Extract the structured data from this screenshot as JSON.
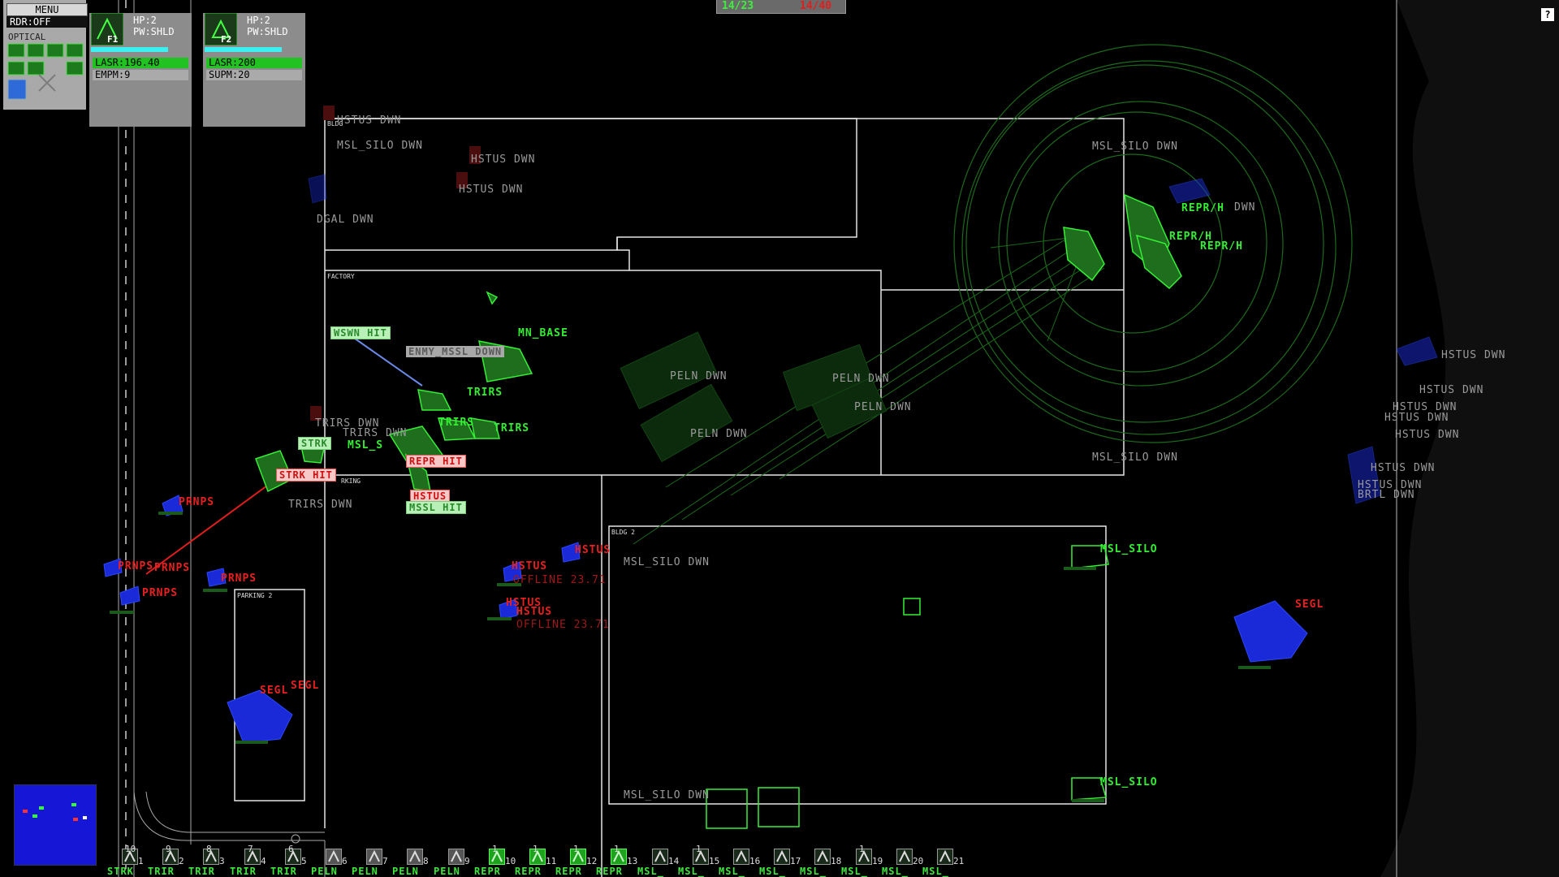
{
  "menu_label": "MENU",
  "radar_label": "RDR:OFF",
  "view_mode": "OPTICAL",
  "help_label": "?",
  "counters": {
    "friendly": "14/23",
    "enemy": "14/40"
  },
  "units": [
    {
      "slot": "F1",
      "hp": "HP:2",
      "pw": "PW:SHLD",
      "weapon1": "LASR:196.40",
      "weapon2": "EMPM:9"
    },
    {
      "slot": "F2",
      "hp": "HP:2",
      "pw": "PW:SHLD",
      "weapon1": "LASR:200",
      "weapon2": "SUPM:20"
    }
  ],
  "buildings": {
    "bldg": "BLDG",
    "factory": "FACTORY",
    "bldg2": "BLDG 2",
    "parking2": "PARKING 2",
    "parking": "RKING"
  },
  "map_labels": {
    "hstus_dwn": "HSTUS DWN",
    "msl_silo_dwn": "MSL_SILO DWN",
    "dgal_dwn": "DGAL DWN",
    "peln_dwn": "PELN DWN",
    "trirs_dwn": "TRIRS DWN",
    "brtl_dwn": "BRTL DWN",
    "mn_base": "MN_BASE",
    "trirs": "TRIRS",
    "msl_silo": "MSL_SILO",
    "repr_h": "REPR/H",
    "strk": "STRK",
    "msl_s": "MSL_S",
    "prnps": "PRNPS",
    "hstus": "HSTUS",
    "segl": "SEGL",
    "offline": "OFFLINE 23.71",
    "dwn": "DWN"
  },
  "tags": {
    "wswn_hit": "WSWN HIT",
    "enmy_mssl_down": "ENMY_MSSL DOWN",
    "strk_hit": "STRK HIT",
    "repr_hit": "REPR HIT",
    "mssl_hit": "MSSL HIT",
    "hstus": "HSTUS"
  },
  "hotbar": [
    {
      "top": "10",
      "bottom": "1",
      "label": "STRK"
    },
    {
      "top": "9",
      "bottom": "2",
      "label": "TRIR"
    },
    {
      "top": "8",
      "bottom": "3",
      "label": "TRIR"
    },
    {
      "top": "7",
      "bottom": "4",
      "label": "TRIR"
    },
    {
      "top": "6",
      "bottom": "5",
      "label": "TRIR"
    },
    {
      "top": "",
      "bottom": "6",
      "label": "PELN"
    },
    {
      "top": "",
      "bottom": "7",
      "label": "PELN"
    },
    {
      "top": "",
      "bottom": "8",
      "label": "PELN"
    },
    {
      "top": "",
      "bottom": "9",
      "label": "PELN"
    },
    {
      "top": "1",
      "bottom": "10",
      "label": "REPR"
    },
    {
      "top": "1",
      "bottom": "11",
      "label": "REPR"
    },
    {
      "top": "1",
      "bottom": "12",
      "label": "REPR"
    },
    {
      "top": "1",
      "bottom": "13",
      "label": "REPR"
    },
    {
      "top": "",
      "bottom": "14",
      "label": "MSL_"
    },
    {
      "top": "1",
      "bottom": "15",
      "label": "MSL_"
    },
    {
      "top": "",
      "bottom": "16",
      "label": "MSL_"
    },
    {
      "top": "",
      "bottom": "17",
      "label": "MSL_"
    },
    {
      "top": "",
      "bottom": "18",
      "label": "MSL_"
    },
    {
      "top": "1",
      "bottom": "19",
      "label": "MSL_"
    },
    {
      "top": "",
      "bottom": "20",
      "label": "MSL_"
    },
    {
      "top": "",
      "bottom": "21",
      "label": "MSL_"
    }
  ]
}
